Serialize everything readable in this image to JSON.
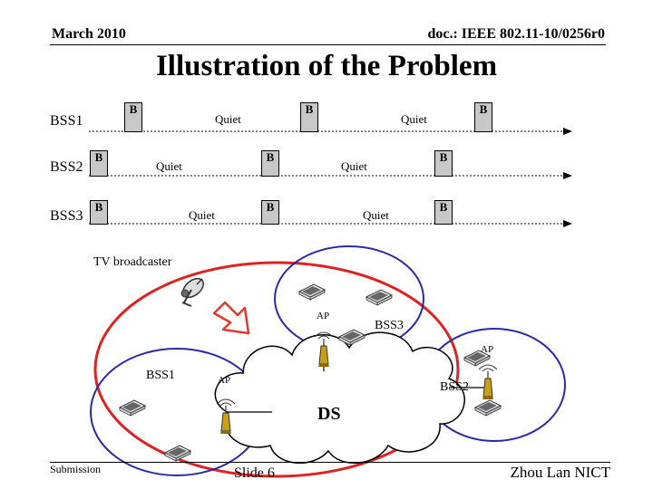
{
  "header": {
    "date": "March 2010",
    "doc": "doc.: IEEE 802.11-10/0256r0"
  },
  "title": "Illustration of the Problem",
  "timeline": {
    "rows": [
      {
        "label": "BSS1",
        "beacon": "B",
        "quiet": "Quiet"
      },
      {
        "label": "BSS2",
        "beacon": "B",
        "quiet": "Quiet"
      },
      {
        "label": "BSS3",
        "beacon": "B",
        "quiet": "Quiet"
      }
    ]
  },
  "network": {
    "tv_broadcaster": "TV broadcaster",
    "ap_label": "AP",
    "bss1": "BSS1",
    "bss2": "BSS2",
    "bss3": "BSS3",
    "ds": "DS"
  },
  "colors": {
    "beacon_fill": "#c8c8c8",
    "interference_circle": "#dd2222",
    "bss_circle": "#2a2aa8",
    "arrow": "#e03a2a"
  },
  "footer": {
    "left": "Submission",
    "slide": "Slide 6",
    "author": "Zhou Lan NICT"
  }
}
